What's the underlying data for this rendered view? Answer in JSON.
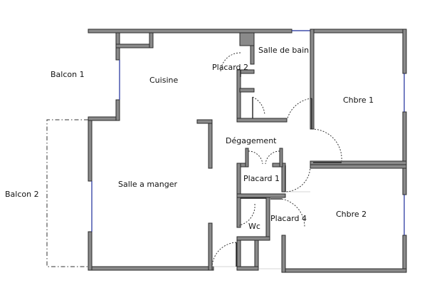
{
  "rooms": {
    "balcon1": "Balcon 1",
    "balcon2": "Balcon 2",
    "cuisine": "Cuisine",
    "salle_a_manger": "Salle a manger",
    "placard2": "Placard 2",
    "salle_de_bain": "Salle de bain",
    "chbre1": "Chbre 1",
    "degagement": "Dégagement",
    "placard1": "Placard 1",
    "placard4": "Placard 4",
    "wc": "Wc",
    "chbre2": "Chbre 2"
  },
  "colors": {
    "wall": "#8a8a8a",
    "window": "#1a2a9a"
  }
}
